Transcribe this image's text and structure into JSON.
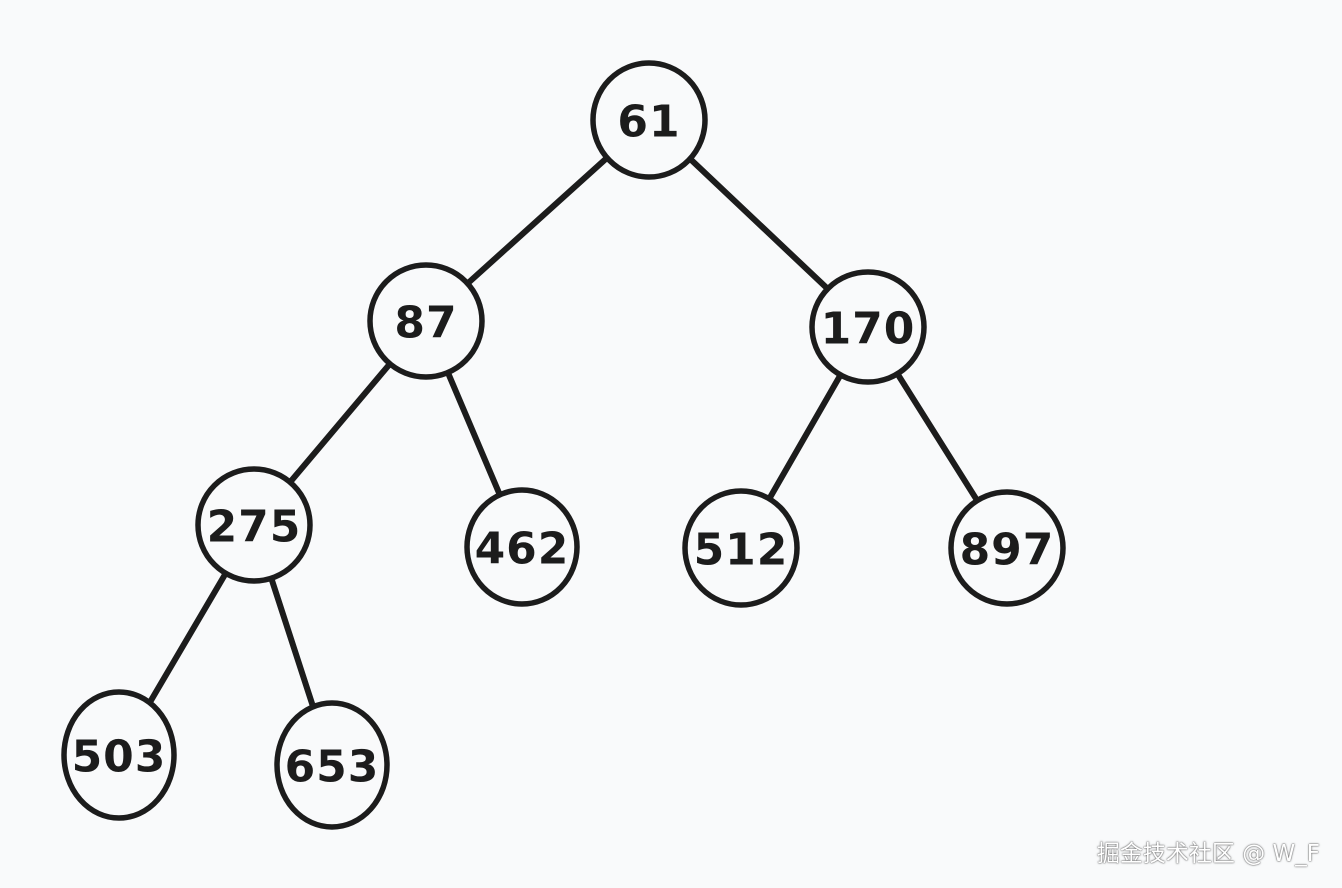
{
  "tree": {
    "nodes": [
      {
        "id": "n61",
        "label": "61"
      },
      {
        "id": "n87",
        "label": "87"
      },
      {
        "id": "n170",
        "label": "170"
      },
      {
        "id": "n275",
        "label": "275"
      },
      {
        "id": "n462",
        "label": "462"
      },
      {
        "id": "n512",
        "label": "512"
      },
      {
        "id": "n897",
        "label": "897"
      },
      {
        "id": "n503",
        "label": "503"
      },
      {
        "id": "n653",
        "label": "653"
      }
    ],
    "edges": [
      {
        "from": "n61",
        "to": "n87"
      },
      {
        "from": "n61",
        "to": "n170"
      },
      {
        "from": "n87",
        "to": "n275"
      },
      {
        "from": "n87",
        "to": "n462"
      },
      {
        "from": "n170",
        "to": "n512"
      },
      {
        "from": "n170",
        "to": "n897"
      },
      {
        "from": "n275",
        "to": "n503"
      },
      {
        "from": "n275",
        "to": "n653"
      }
    ]
  },
  "watermark": {
    "text": "掘金技术社区 @ W_F"
  }
}
